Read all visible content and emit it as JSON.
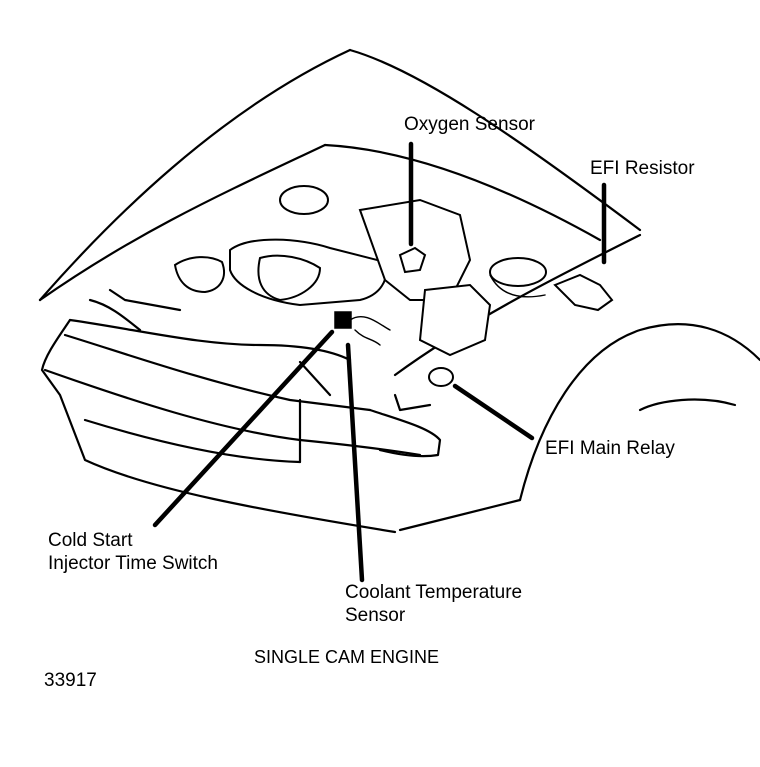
{
  "diagram": {
    "labels": {
      "oxygen_sensor": "Oxygen Sensor",
      "efi_resistor": "EFI Resistor",
      "efi_main_relay": "EFI Main Relay",
      "cold_start_line1": "Cold Start",
      "cold_start_line2": "Injector Time Switch",
      "coolant_line1": "Coolant Temperature",
      "coolant_line2": "Sensor"
    },
    "caption": "SINGLE CAM ENGINE",
    "figure_number": "33917"
  }
}
